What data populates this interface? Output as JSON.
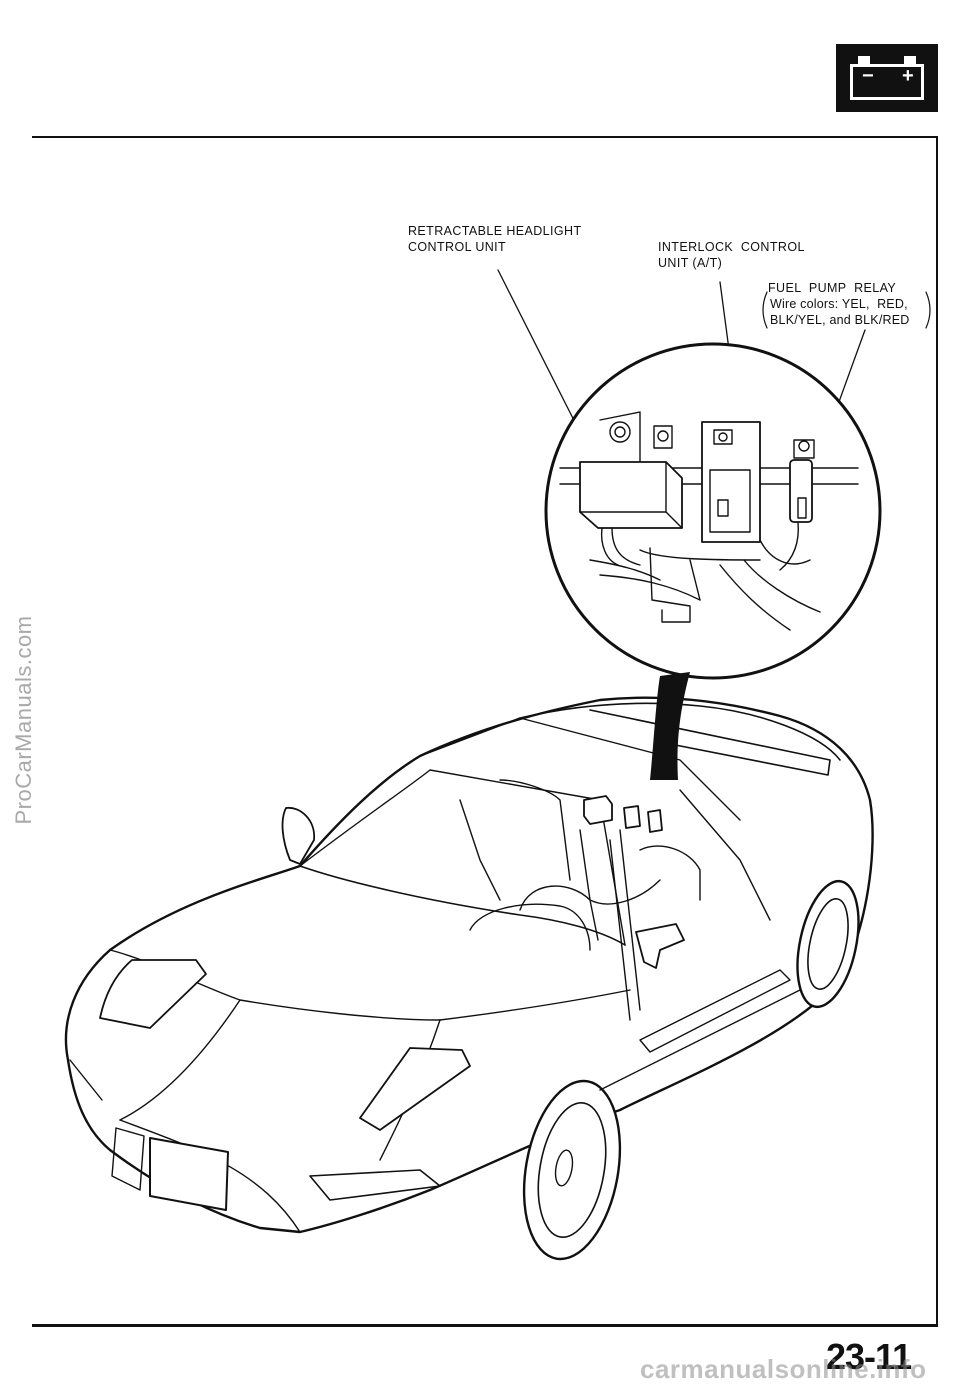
{
  "page": {
    "page_number": "23-11",
    "watermark": "ProCarManuals.com",
    "footer_watermark": "carmanualsonline.info"
  },
  "battery_icon": {
    "minus": "−",
    "plus": "+"
  },
  "labels": {
    "headlight": "RETRACTABLE HEADLIGHT\nCONTROL UNIT",
    "interlock": "INTERLOCK  CONTROL\nUNIT (A/T)",
    "fuel_pump": "FUEL  PUMP  RELAY",
    "fuel_pump_wires": "Wire colors: YEL,  RED,\nBLK/YEL, and BLK/RED"
  },
  "colors": {
    "ink": "#111111",
    "watermark": "#a9a9a9"
  }
}
